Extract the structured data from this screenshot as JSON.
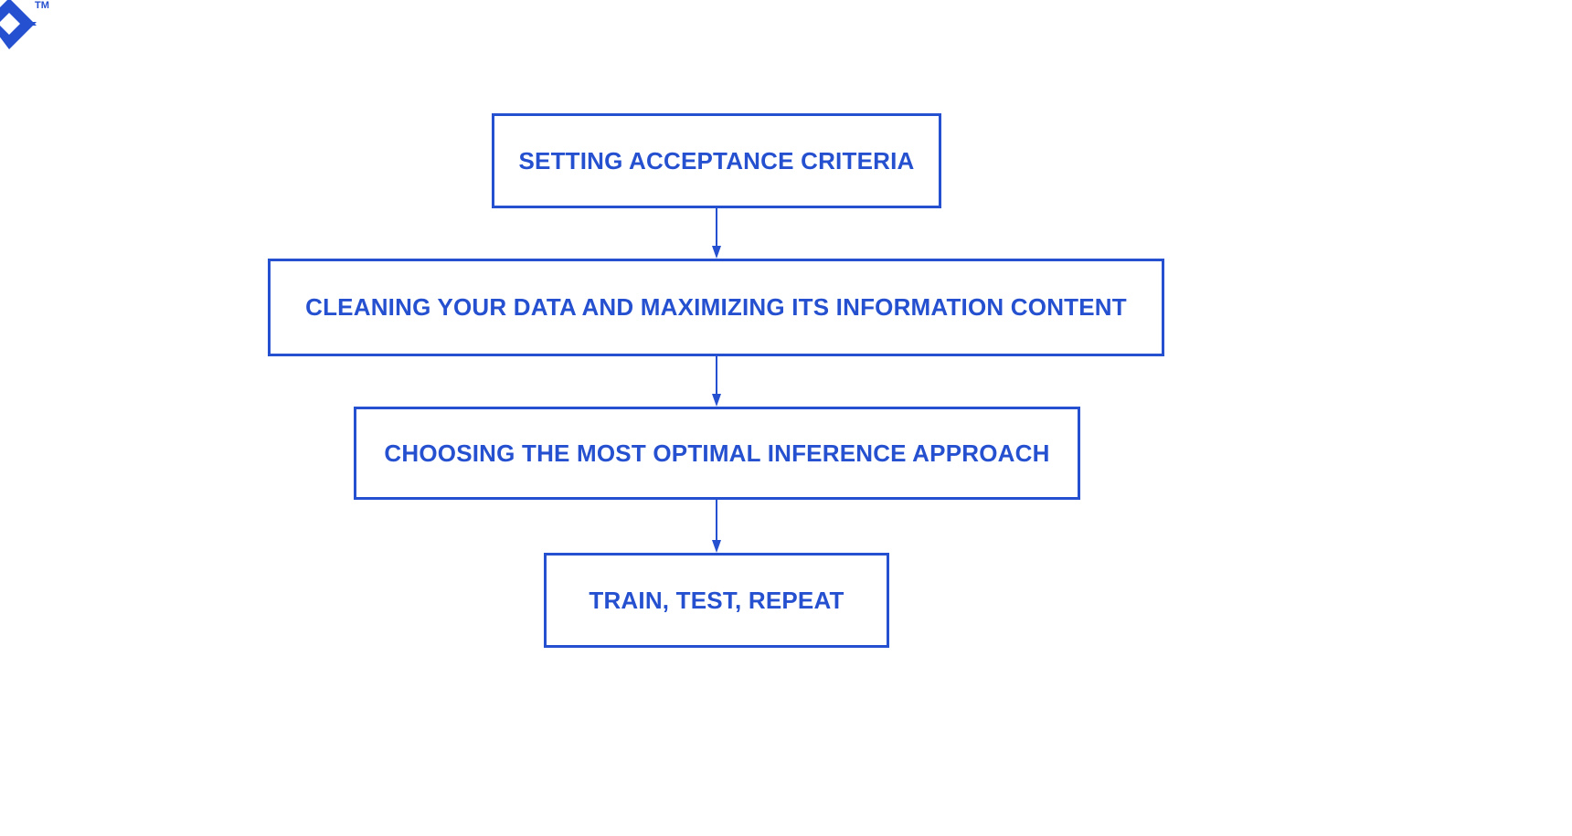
{
  "brand": {
    "logo_icon": "chevron-logo-icon",
    "trademark": "TM",
    "color": "#2550cf"
  },
  "diagram": {
    "type": "flowchart",
    "orientation": "vertical-top-down",
    "accent_color": "#2550cf",
    "background": "#ffffff",
    "nodes": [
      {
        "id": "node-1",
        "label": "SETTING ACCEPTANCE CRITERIA"
      },
      {
        "id": "node-2",
        "label": "CLEANING YOUR DATA AND MAXIMIZING ITS INFORMATION CONTENT"
      },
      {
        "id": "node-3",
        "label": "CHOOSING THE MOST OPTIMAL INFERENCE APPROACH"
      },
      {
        "id": "node-4",
        "label": "TRAIN, TEST, REPEAT"
      }
    ],
    "connectors": [
      {
        "id": "connector-1-2",
        "from": "node-1",
        "to": "node-2",
        "icon": "arrow-down-icon"
      },
      {
        "id": "connector-2-3",
        "from": "node-2",
        "to": "node-3",
        "icon": "arrow-down-icon"
      },
      {
        "id": "connector-3-4",
        "from": "node-3",
        "to": "node-4",
        "icon": "arrow-down-icon"
      }
    ]
  }
}
